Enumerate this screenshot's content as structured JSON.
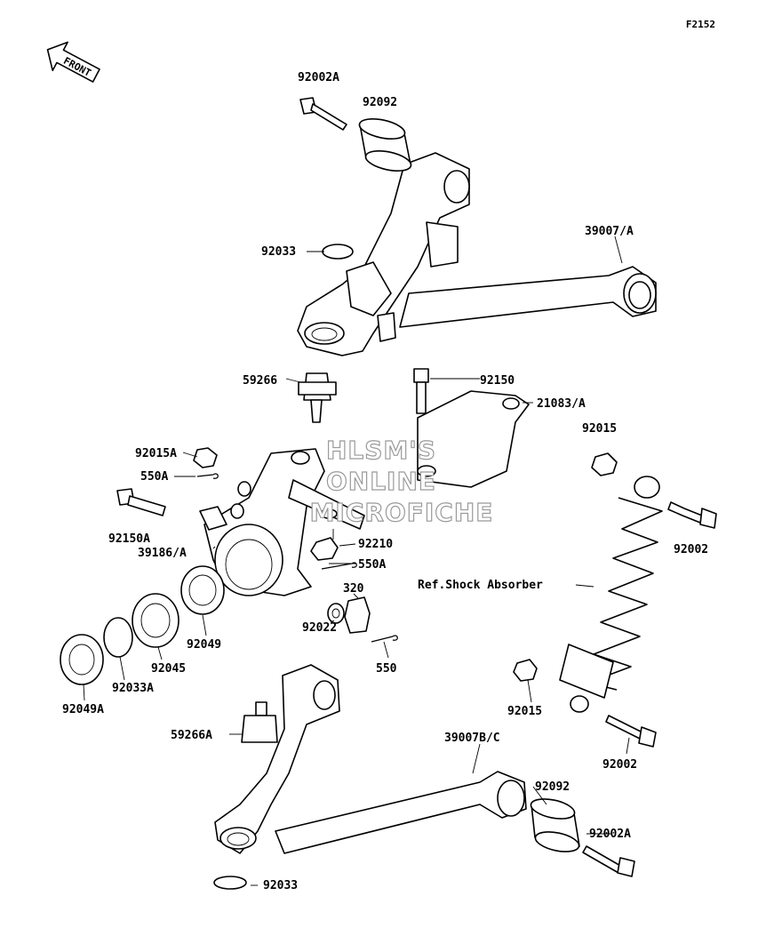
{
  "figure_id": "F2152",
  "front_label": "FRONT",
  "watermark": [
    "HLSM'S",
    "ONLINE",
    "MICROFICHE"
  ],
  "labels": {
    "p_92002A_top": "92002A",
    "p_92092_top": "92092",
    "p_92033_top": "92033",
    "p_39007A": "39007/A",
    "p_59266": "59266",
    "p_92150": "92150",
    "p_21083A": "21083/A",
    "p_92015A": "92015A",
    "p_550A_top": "550A",
    "p_92150A": "92150A",
    "p_92210": "92210",
    "p_39186A": "39186/A",
    "p_550A_mid": "550A",
    "p_320": "320",
    "p_92022": "92022",
    "p_550": "550",
    "p_92049": "92049",
    "p_92045": "92045",
    "p_92033A": "92033A",
    "p_92049A": "92049A",
    "p_92015_top": "92015",
    "p_92002_right": "92002",
    "p_ref_shock": "Ref.Shock Absorber",
    "p_92015_low": "92015",
    "p_92002_low": "92002",
    "p_59266A": "59266A",
    "p_39007BC": "39007B/C",
    "p_92092_low": "92092",
    "p_92002A_low": "92002A",
    "p_92033_low": "92033"
  }
}
